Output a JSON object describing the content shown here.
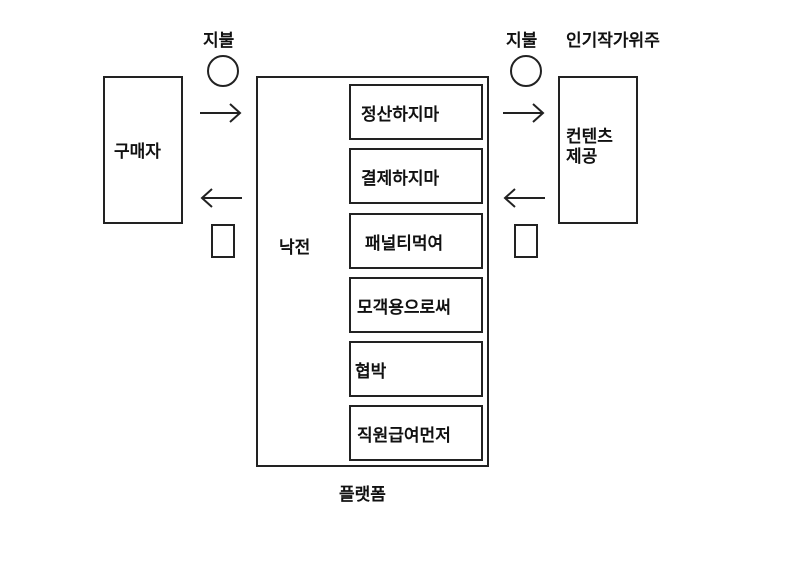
{
  "diagram": {
    "buyer_label": "구매자",
    "provider_label": "컨텐츠\n제공",
    "provider_caption": "인기작가위주",
    "payment_label_left": "지불",
    "payment_label_right": "지불",
    "center_label": "낙전",
    "platform_label": "플랫폼",
    "methods": [
      "정산하지마",
      "결제하지마",
      "패널티먹여",
      "모객용으로써",
      "협박",
      "직원급여먼저"
    ]
  }
}
